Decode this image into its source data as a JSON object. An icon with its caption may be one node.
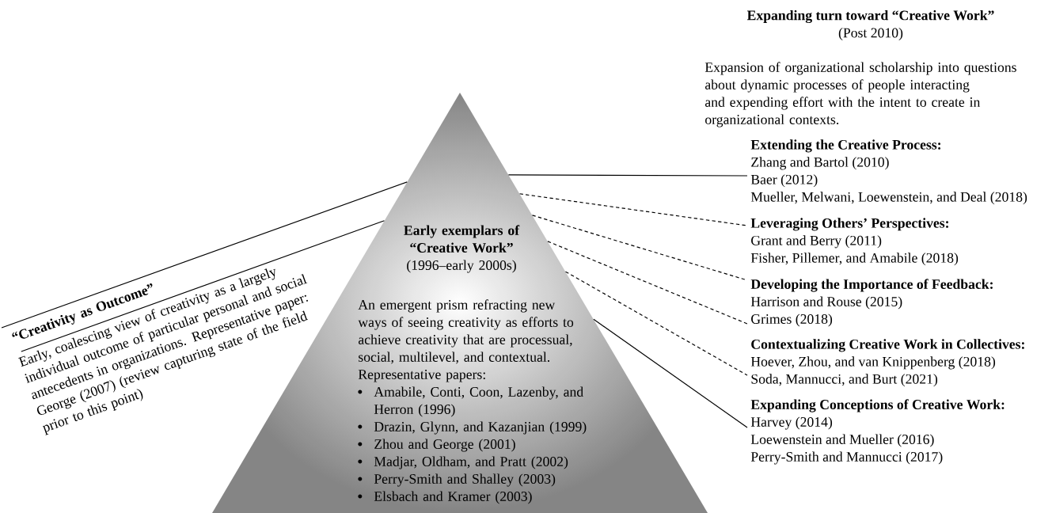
{
  "diagram": {
    "nodes": [
      {
        "text": [
          "Early exemplars of “Creative Work”",
          "(1996–early 2000s)",
          "An emergent prism refracting new ways of seeing creativity as efforts to achieve creativity that are processual, social, multilevel, and contextual.",
          "Representative papers:",
          "Amabile, Conti, Coon, Lazenby, and Herron (1996)",
          "Drazin, Glynn, and Kazanjian (1999)",
          "Zhou and George (2001)",
          "Madjar, Oldham, and Pratt (2002)",
          "Perry-Smith and Shalley (2003)",
          "Elsbach and Kramer (2003)"
        ]
      },
      {
        "text": [
          "“Creativity as Outcome”",
          "Early, coalescing view of creativity as a largely individual outcome of particular personal and social antecedents in organizations. Representative paper: George (2007) (review capturing state of the field prior to this point)"
        ]
      },
      {
        "text": [
          "Extending the Creative Process:",
          "Zhang and Bartol (2010)",
          "Baer (2012)",
          "Mueller, Melwani, Loewenstein, and Deal (2018)"
        ]
      },
      {
        "text": [
          "Leveraging Others’ Perspectives:",
          "Grant and Berry (2011)",
          "Fisher, Pillemer, and Amabile (2018)"
        ]
      },
      {
        "text": [
          "Developing the Importance of Feedback:",
          "Harrison and Rouse (2015)",
          "Grimes (2018)"
        ]
      },
      {
        "text": [
          "Contextualizing Creative Work in Collectives:",
          "Hoever, Zhou, and van Knippenberg (2018)",
          "Soda, Mannucci, and Burt (2021)"
        ]
      },
      {
        "text": [
          "Expanding Conceptions of Creative Work:",
          "Harvey (2014)",
          "Loewenstein and Mueller (2016)",
          "Perry-Smith and Mannucci (2017)"
        ]
      }
    ],
    "edges": [
      {
        "from": 1,
        "to": 0,
        "arrow": "none"
      },
      {
        "from": 1,
        "to": 0,
        "arrow": "none"
      },
      {
        "from": 0,
        "to": 2,
        "arrow": "none"
      },
      {
        "from": 0,
        "to": 3,
        "arrow": "none",
        "style": "dashed"
      },
      {
        "from": 0,
        "to": 4,
        "arrow": "none",
        "style": "dashed"
      },
      {
        "from": 0,
        "to": 4,
        "arrow": "none",
        "style": "dashed"
      },
      {
        "from": 0,
        "to": 5,
        "arrow": "none",
        "style": "dashed"
      },
      {
        "from": 0,
        "to": 6,
        "arrow": "none"
      }
    ],
    "labels": [
      "Expanding turn toward “Creative Work”",
      "(Post 2010)",
      "Expansion of organizational scholarship into questions about dynamic processes of people interacting and expending effort with the intent to create in organizational contexts."
    ]
  }
}
